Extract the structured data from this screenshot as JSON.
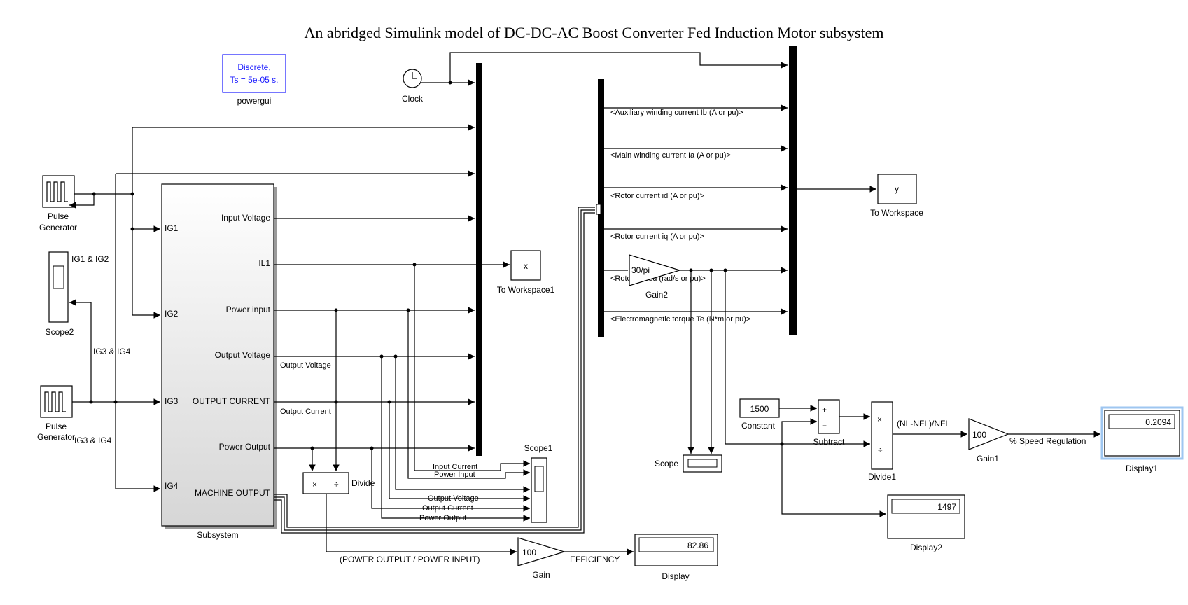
{
  "diagram": {
    "title": "An abridged Simulink model of DC-DC-AC Boost Converter Fed Induction Motor subsystem",
    "powergui": {
      "line1": "Discrete,",
      "line2": "Ts = 5e-05 s.",
      "caption": "powergui"
    },
    "clock": {
      "caption": "Clock"
    },
    "pulse_gen_1": {
      "caption_line1": "Pulse",
      "caption_line2": "Generator"
    },
    "pulse_gen_2": {
      "caption_line1": "Pulse",
      "caption_line2": "Generator"
    },
    "scope2": {
      "caption": "Scope2",
      "label_top": "IG1 & IG2",
      "label_mid": "IG3 & IG4",
      "label_bot": "IG3 & IG4"
    },
    "subsystem": {
      "caption": "Subsystem",
      "inputs": [
        "IG1",
        "IG2",
        "IG3",
        "IG4"
      ],
      "outputs": [
        "Input Voltage",
        "IL1",
        "Power input",
        "Output Voltage",
        "OUTPUT CURRENT",
        "Power Output",
        "MACHINE OUTPUT"
      ]
    },
    "wire_labels": {
      "output_voltage": "Output Voltage",
      "output_current": "Output Current"
    },
    "divide": {
      "caption": "Divide",
      "mul": "×",
      "div": "÷"
    },
    "scope1": {
      "caption": "Scope1",
      "inputs": [
        "Input Current",
        "Power Input",
        "Output Voltage",
        "Output Current",
        "Power Output"
      ]
    },
    "to_workspace1": {
      "var": "x",
      "caption": "To Workspace1"
    },
    "to_workspace": {
      "var": "y",
      "caption": "To Workspace"
    },
    "bus_signals": [
      "<Auxiliary winding current Ib (A or pu)>",
      "<Main winding current Ia (A or pu)>",
      "<Rotor current id (A or pu)>",
      "<Rotor current iq (A or pu)>",
      "<Rotor speed (rad/s or pu)>",
      "<Electromagnetic torque Te (N*m or pu)>"
    ],
    "gain2": {
      "value": "30/pi",
      "caption": "Gain2"
    },
    "scope": {
      "caption": "Scope"
    },
    "constant": {
      "value": "1500",
      "caption": "Constant"
    },
    "subtract": {
      "plus": "+",
      "minus": "−",
      "caption": "Subtract"
    },
    "divide1": {
      "mul": "×",
      "div": "÷",
      "caption": "Divide1"
    },
    "ratio_label": "(NL-NFL)/NFL",
    "gain1": {
      "value": "100",
      "caption": "Gain1"
    },
    "speed_reg_label": "% Speed Regulation",
    "display1": {
      "value": "0.2094",
      "caption": "Display1"
    },
    "display2": {
      "value": "1497",
      "caption": "Display2"
    },
    "efficiency_expr": "(POWER OUTPUT / POWER INPUT)",
    "gain": {
      "value": "100",
      "caption": "Gain"
    },
    "efficiency_label": "EFFICIENCY",
    "display": {
      "value": "82.86",
      "caption": "Display"
    }
  }
}
